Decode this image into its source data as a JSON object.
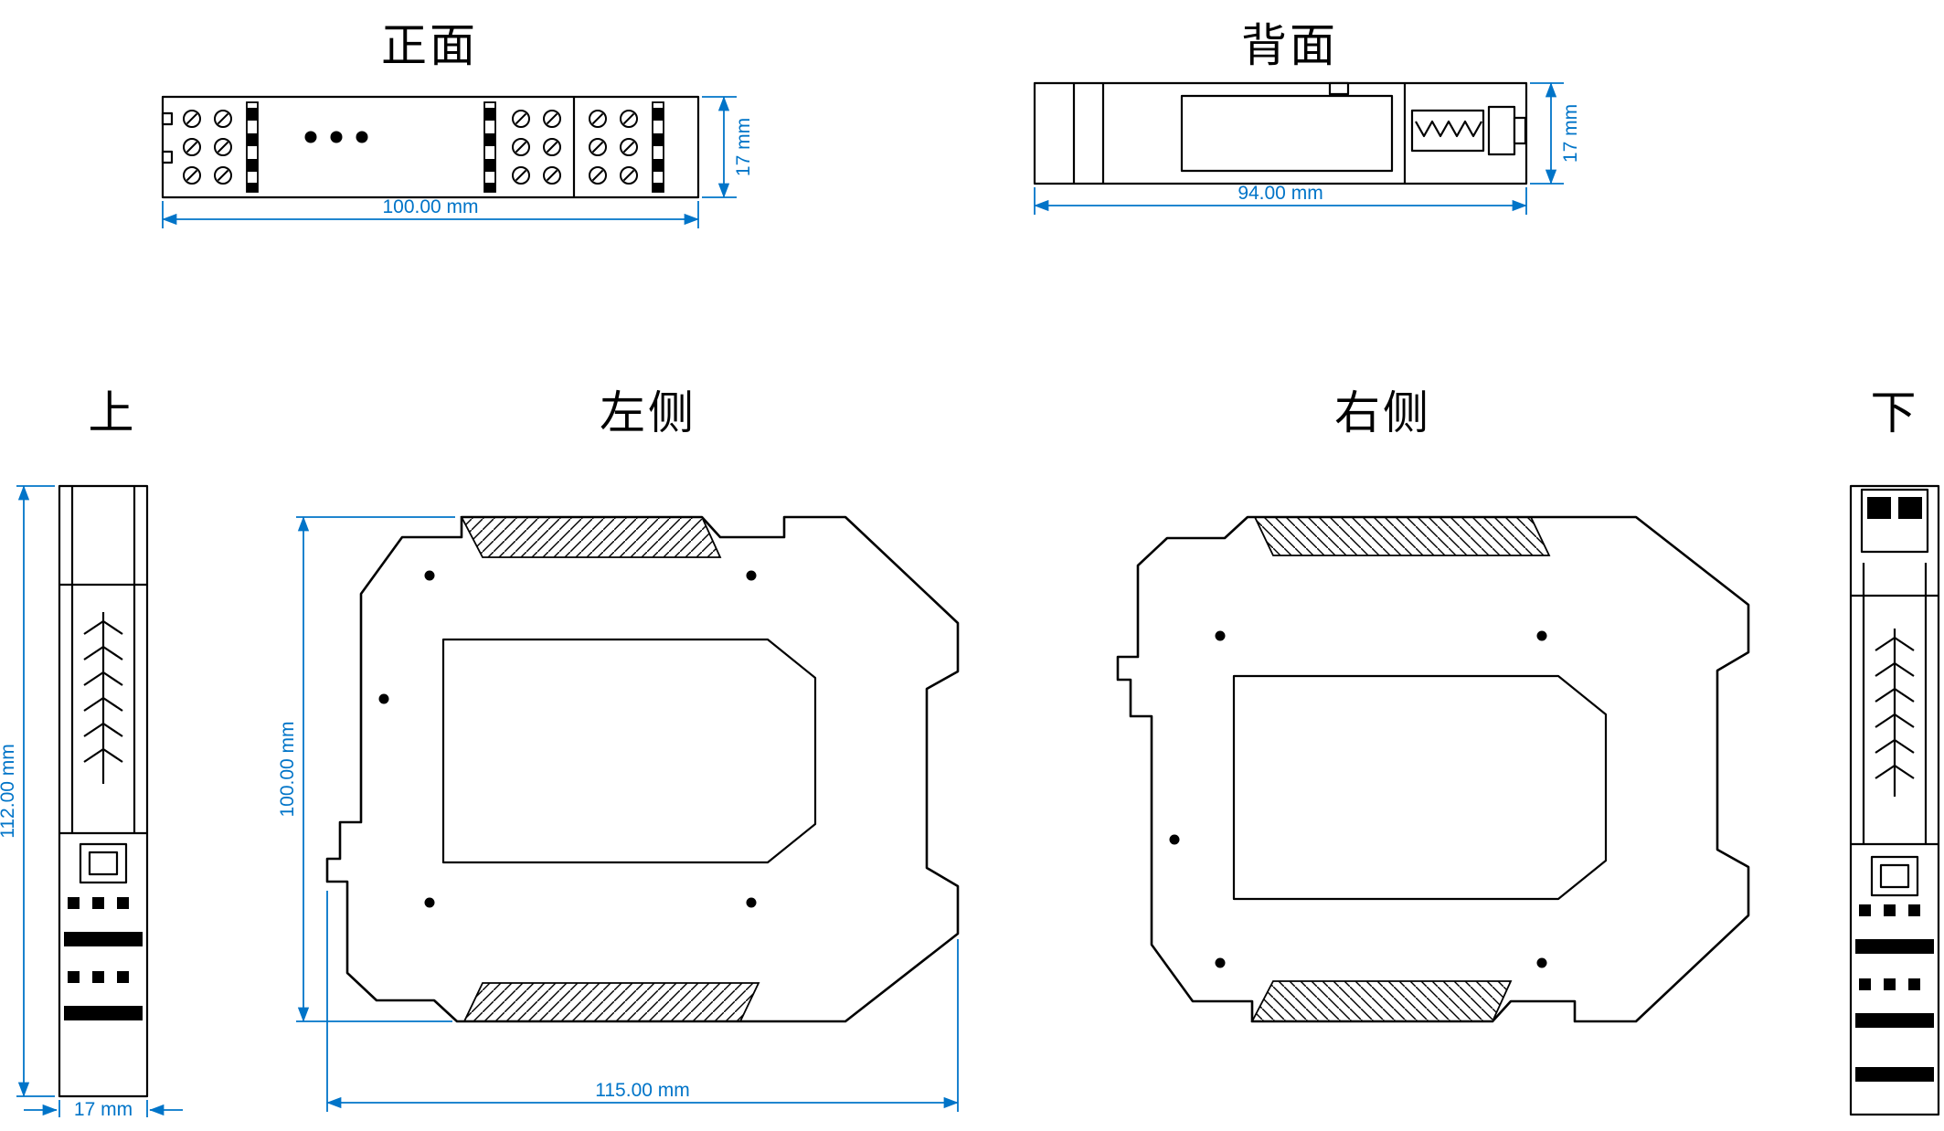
{
  "drawing": {
    "type": "mechanical-orthographic-views",
    "unit": "mm",
    "colors": {
      "outline": "#000000",
      "dimension": "#0074C8",
      "background": "#FFFFFF"
    },
    "views": {
      "front": {
        "title": "正面",
        "dim_width": "100.00 mm",
        "dim_height": "17 mm"
      },
      "back": {
        "title": "背面",
        "dim_width": "94.00 mm",
        "dim_height": "17 mm"
      },
      "top": {
        "title": "上",
        "dim_height": "112.00 mm",
        "dim_width": "17 mm"
      },
      "left": {
        "title": "左侧",
        "dim_height": "100.00 mm",
        "dim_width": "115.00 mm"
      },
      "right": {
        "title": "右侧"
      },
      "bottom": {
        "title": "下"
      }
    }
  }
}
